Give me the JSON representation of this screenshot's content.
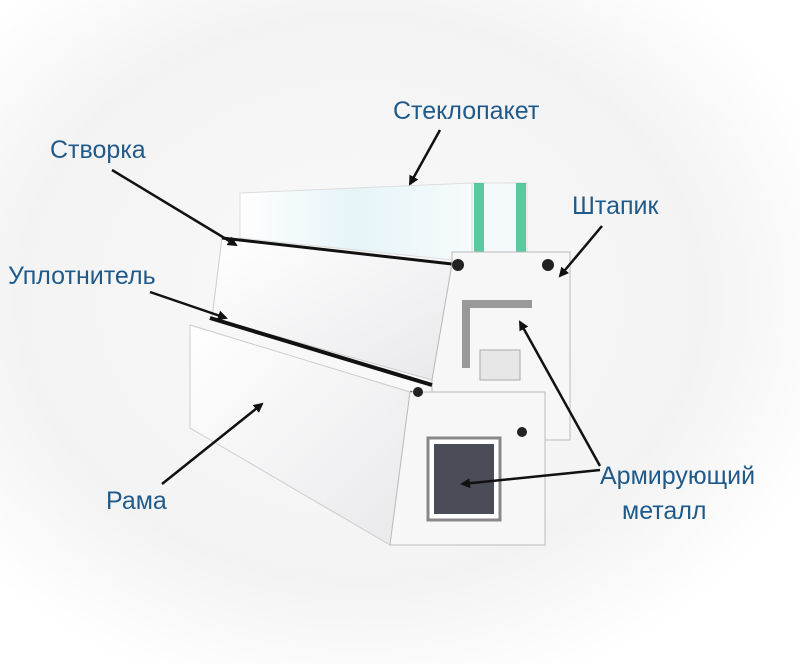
{
  "title": "PVC window profile cross-section",
  "labels": {
    "glass_unit": "Стеклопакет",
    "sash": "Створка",
    "glazing_bead": "Штапик",
    "seal": "Уплотнитель",
    "frame": "Рама",
    "reinforcement_line1": "Армирующий",
    "reinforcement_line2": "металл"
  },
  "colors": {
    "label": "#1f5a8a",
    "arrow": "#111111",
    "glass_edge": "#3fbf8f",
    "spacer": "#b07a4a"
  }
}
